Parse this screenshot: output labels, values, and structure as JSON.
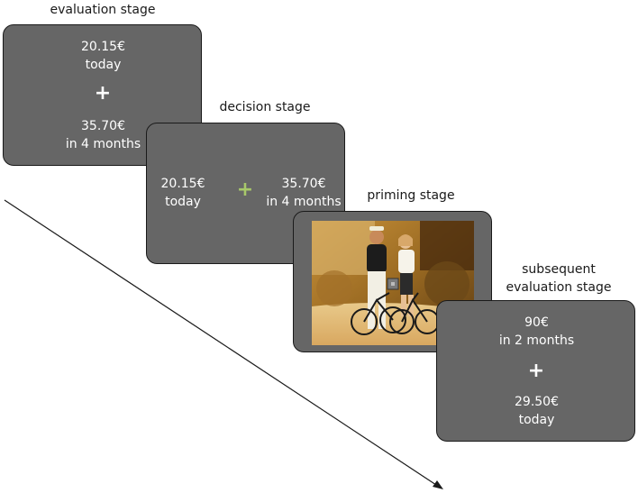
{
  "stages": {
    "evaluation": {
      "label": "evaluation stage",
      "amount_top": "20.15€",
      "time_top": "today",
      "fixation": "+",
      "amount_bottom": "35.70€",
      "time_bottom": "in 4 months"
    },
    "decision": {
      "label": "decision stage",
      "amount_left": "20.15€",
      "time_left": "today",
      "fixation": "+",
      "amount_right": "35.70€",
      "time_right": "in 4 months"
    },
    "priming": {
      "label": "priming stage",
      "image": "couple-riding-bicycles-photo"
    },
    "subsequent": {
      "label_line1": "subsequent",
      "label_line2": "evaluation stage",
      "amount_top": "90€",
      "time_top": "in 2 months",
      "fixation": "+",
      "amount_bottom": "29.50€",
      "time_bottom": "today"
    }
  },
  "colors": {
    "screen": "#666666",
    "screen_border": "#1a1a1a",
    "text": "#ffffff",
    "green_fixation": "#a8c86a",
    "arrow": "#1a1a1a"
  },
  "arrow_icon": "time-arrow-icon"
}
